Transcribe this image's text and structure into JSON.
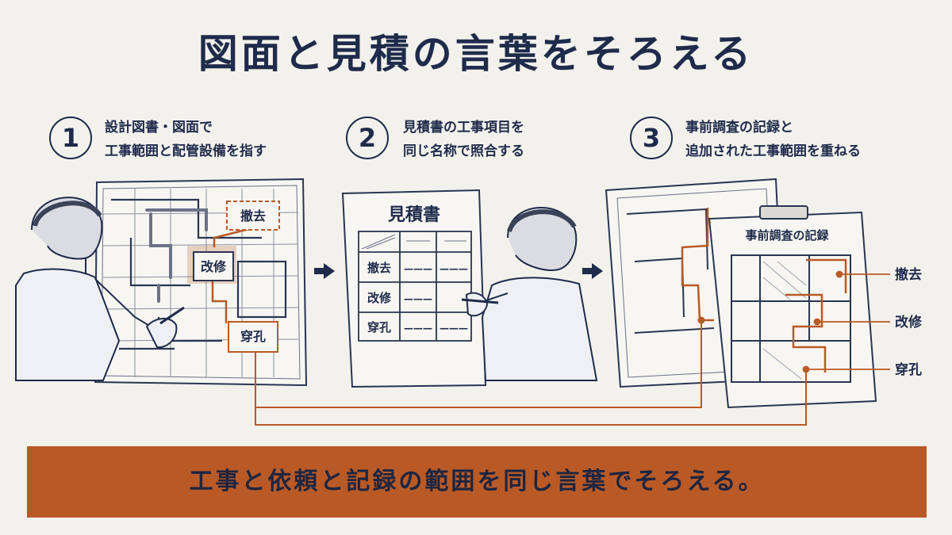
{
  "title": "図面と見積の言葉をそろえる",
  "steps": [
    {
      "number": "1",
      "line1": "設計図書・図面で",
      "line2": "工事範囲と配管設備を指す"
    },
    {
      "number": "2",
      "line1": "見積書の工事項目を",
      "line2": "同じ名称で照合する"
    },
    {
      "number": "3",
      "line1": "事前調査の記録と",
      "line2": "追加された工事範囲を重ねる"
    }
  ],
  "plan_tags": {
    "removal": "撤去",
    "renovation": "改修",
    "boring": "穿孔"
  },
  "estimate": {
    "title": "見積書",
    "rows": [
      {
        "item": "撤去",
        "c1": "———",
        "c2": "———"
      },
      {
        "item": "改修",
        "c1": "———",
        "c2": ""
      },
      {
        "item": "穿孔",
        "c1": "———",
        "c2": "———"
      }
    ]
  },
  "survey": {
    "title": "事前調査の記録",
    "labels": {
      "removal": "撤去",
      "renovation": "改修",
      "boring": "穿孔"
    }
  },
  "banner": "工事と依頼と記録の範囲を同じ言葉でそろえる。",
  "colors": {
    "navy": "#1e2b4b",
    "accent": "#b95a26",
    "background": "#f3f1ec"
  }
}
